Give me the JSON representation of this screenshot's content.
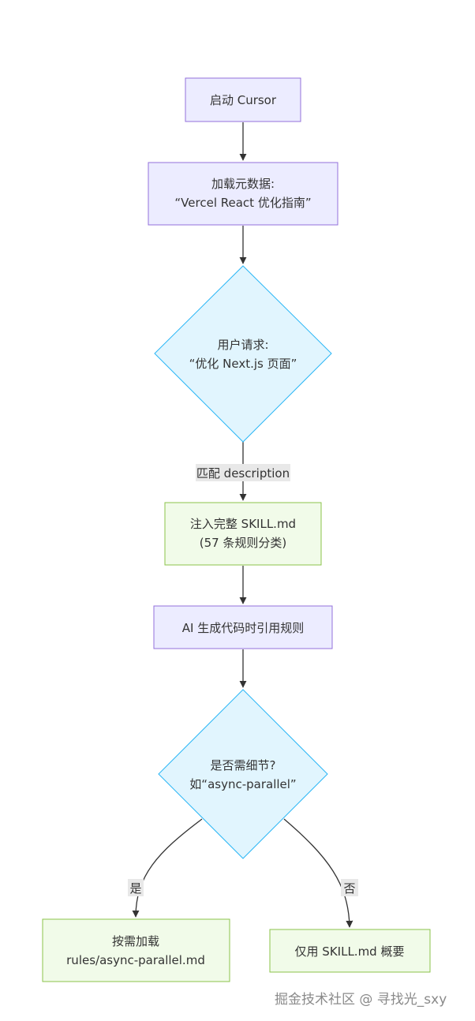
{
  "colors": {
    "process_fill": "#ECECFF",
    "process_stroke": "#9370DB",
    "decision_fill": "#E1F5FE",
    "decision_stroke": "#29B6F6",
    "action_fill": "#F1FBE9",
    "action_stroke": "#8BC34A",
    "edge": "#333333",
    "edge_label_bg": "#E8E8E8",
    "watermark": "#8A8A8A"
  },
  "nodes": {
    "start": {
      "line1": "启动 Cursor"
    },
    "load_meta": {
      "line1": "加载元数据:",
      "line2": "“Vercel React 优化指南”"
    },
    "user_request": {
      "line1": "用户请求:",
      "line2": "“优化 Next.js 页面”"
    },
    "inject_skill": {
      "line1": "注入完整 SKILL.md",
      "line2": "(57 条规则分类)"
    },
    "ai_generate": {
      "line1": "AI 生成代码时引用规则"
    },
    "need_detail": {
      "line1": "是否需细节?",
      "line2": "如“async-parallel”"
    },
    "load_rules": {
      "line1": "按需加载",
      "line2": "rules/async-parallel.md"
    },
    "summary_only": {
      "line1": "仅用 SKILL.md 概要"
    }
  },
  "edges": {
    "match_label": "匹配 description",
    "yes_label": "是",
    "no_label": "否"
  },
  "watermark": "掘金技术社区 @ 寻找光_sxy"
}
